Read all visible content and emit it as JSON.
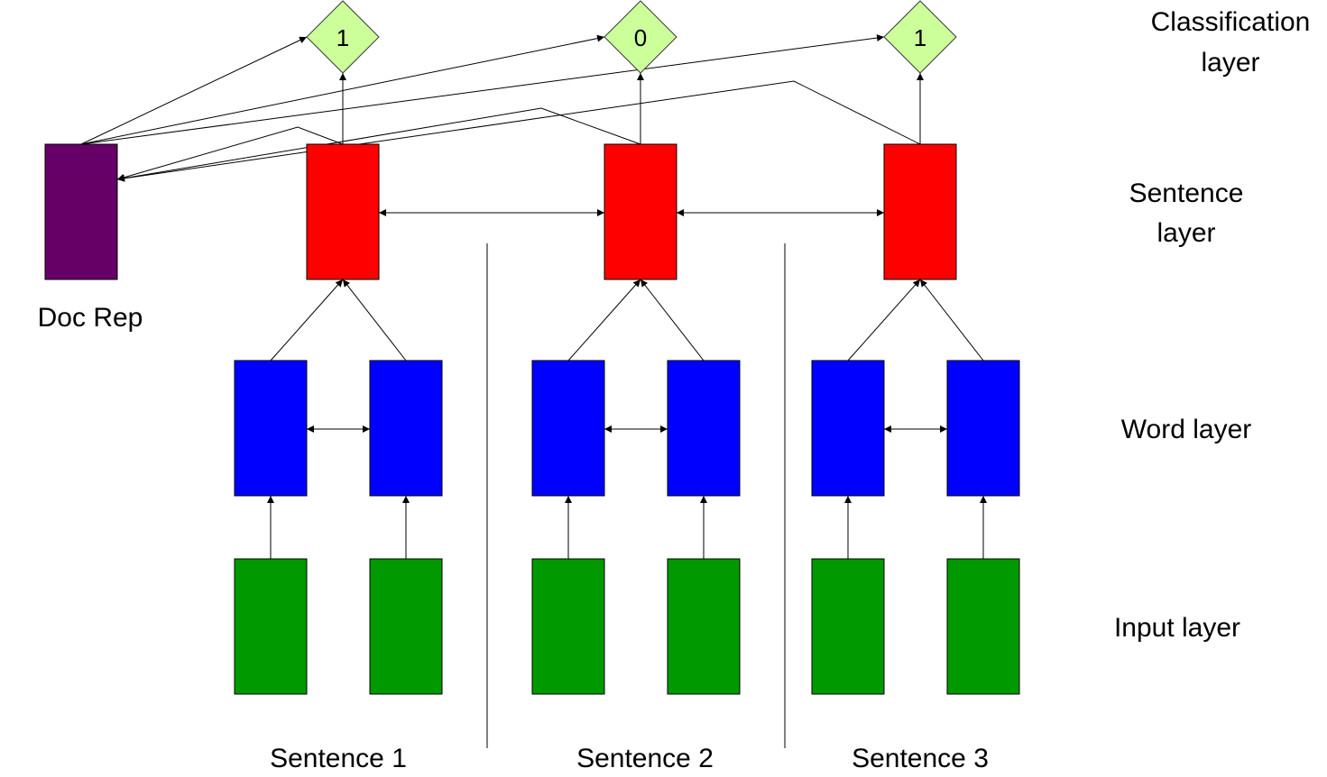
{
  "layer_labels": {
    "classification_line1": "Classification",
    "classification_line2": "layer",
    "sentence_line1": "Sentence",
    "sentence_line2": "layer",
    "word": "Word layer",
    "input": "Input layer"
  },
  "doc_rep_label": "Doc Rep",
  "sentences": [
    {
      "label": "Sentence 1",
      "class_value": "1"
    },
    {
      "label": "Sentence 2",
      "class_value": "0"
    },
    {
      "label": "Sentence 3",
      "class_value": "1"
    }
  ],
  "colors": {
    "classification_node": "#ccff99",
    "classification_border": "#36393d",
    "sentence_node": "#ff0000",
    "word_node": "#0000ff",
    "input_node": "#009900",
    "doc_rep_node": "#660066",
    "edge": "#000000"
  }
}
